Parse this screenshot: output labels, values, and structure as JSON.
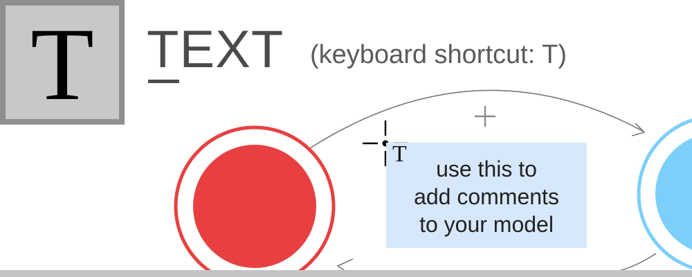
{
  "tool": {
    "icon_glyph": "T",
    "icon_name": "text-tool-icon",
    "title": "TEXT",
    "title_first_letter": "T",
    "title_rest": "EXT",
    "shortcut_label": "(keyboard shortcut: T)"
  },
  "diagram": {
    "comment_text": "use this to\nadd comments\nto your model",
    "cursor_glyph": "T",
    "plus_icon": "plus-icon",
    "colors": {
      "stock_red": "#e84040",
      "stock_blue": "#7ccffa",
      "arrow": "#777777",
      "comment_bg": "#d7e8fc"
    }
  }
}
